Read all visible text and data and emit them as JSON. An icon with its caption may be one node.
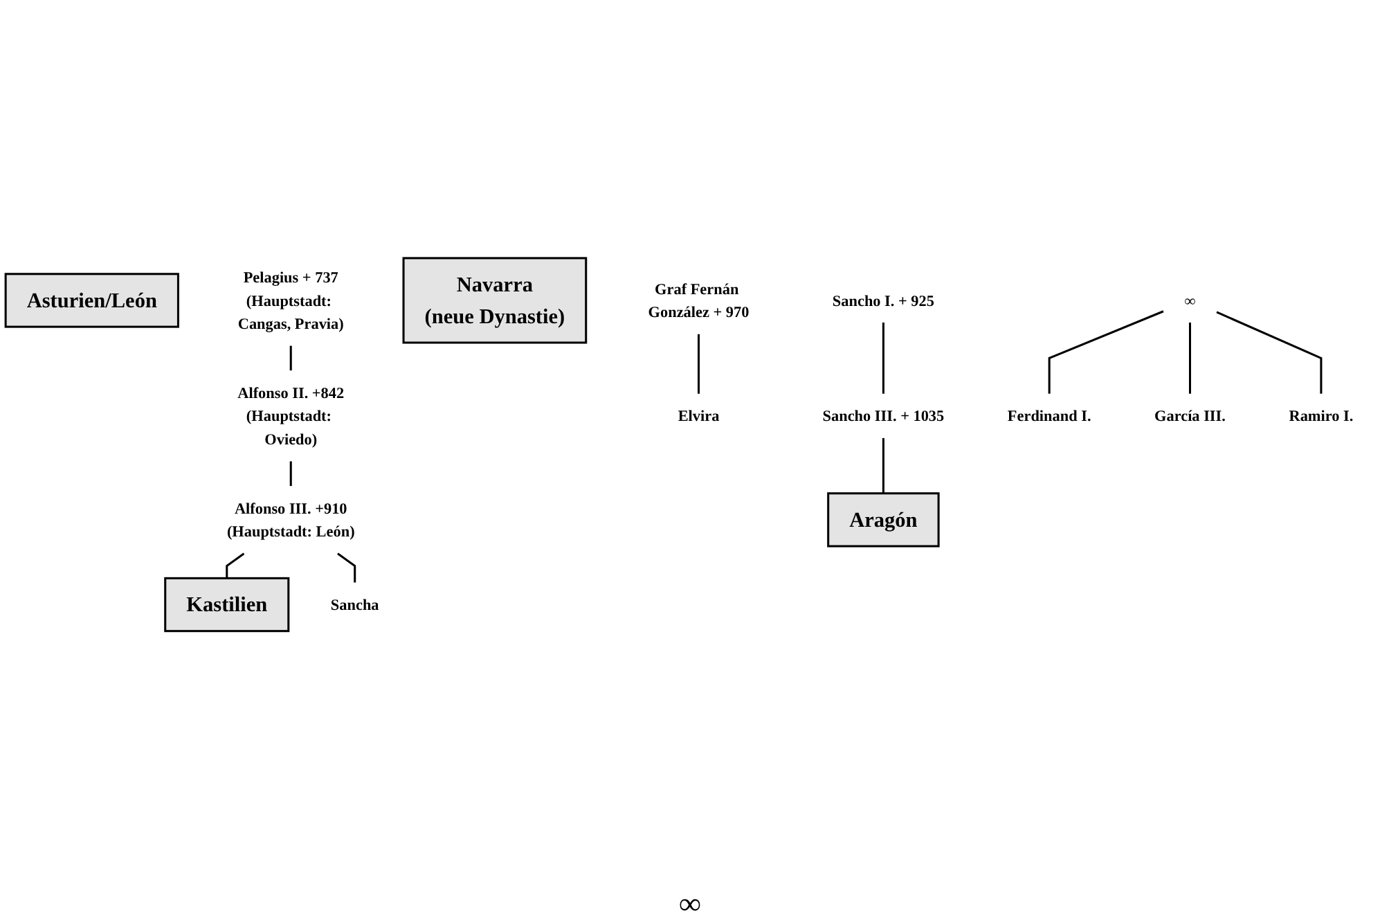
{
  "diagram": {
    "nodes": [
      {
        "text": [
          "Asturien/León"
        ]
      },
      {
        "text": [
          "Pelagius + 737",
          "(Hauptstadt: Cangas, Pravia)"
        ]
      },
      {
        "text": [
          "Alfonso II. +842",
          "(Hauptstadt: Oviedo)"
        ]
      },
      {
        "text": [
          "Navarra",
          "(neue Dynastie)"
        ]
      },
      {
        "text": [
          "Alfonso III. +910",
          "(Hauptstadt: León)"
        ]
      },
      {
        "text": [
          "Sancho I. + 925"
        ]
      },
      {
        "text": [
          "Kastilien"
        ]
      },
      {
        "text": [
          "Graf Fernán González + 970"
        ]
      },
      {
        "text": [
          "Elvira"
        ]
      },
      {
        "text": [
          "∞"
        ]
      },
      {
        "text": [
          "Sancho III. + 1035"
        ]
      },
      {
        "text": [
          "Aragón"
        ]
      },
      {
        "text": [
          "Sancha"
        ]
      },
      {
        "text": [
          "Ferdinand I."
        ]
      },
      {
        "text": [
          "García III."
        ]
      },
      {
        "text": [
          "Ramiro I."
        ]
      }
    ],
    "edges": [
      {
        "from": 1,
        "to": 2,
        "arrow": "none"
      },
      {
        "from": 2,
        "to": 4,
        "arrow": "none"
      },
      {
        "from": 4,
        "to": 6,
        "arrow": "none"
      },
      {
        "from": 4,
        "to": 12,
        "arrow": "none"
      },
      {
        "from": 5,
        "to": 10,
        "arrow": "none"
      },
      {
        "from": 7,
        "to": 8,
        "arrow": "none"
      },
      {
        "from": 10,
        "to": 11,
        "arrow": "none"
      },
      {
        "from": 9,
        "to": 13,
        "arrow": "none"
      },
      {
        "from": 9,
        "to": 14,
        "arrow": "none"
      },
      {
        "from": 9,
        "to": 15,
        "arrow": "none"
      }
    ],
    "labels": [
      "∞"
    ]
  }
}
